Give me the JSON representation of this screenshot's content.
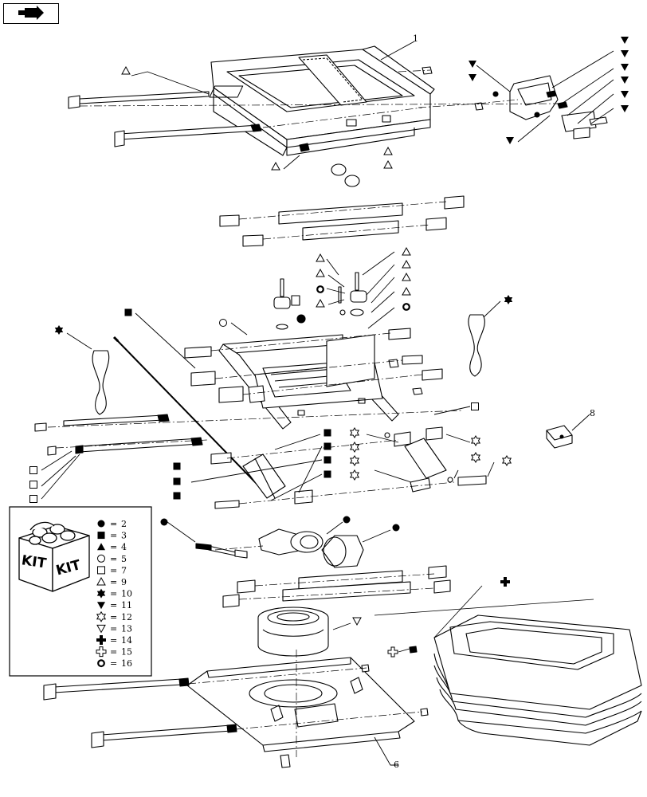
{
  "callouts": {
    "c1": "1",
    "c6": "6",
    "c8": "8"
  },
  "kit": {
    "word1": "KIT",
    "word2": "KIT"
  },
  "legend": [
    {
      "symbol": "circle-filled",
      "eq": "=",
      "num": "2"
    },
    {
      "symbol": "square-filled",
      "eq": "=",
      "num": "3"
    },
    {
      "symbol": "triangle-filled",
      "eq": "=",
      "num": "4"
    },
    {
      "symbol": "circle-open",
      "eq": "=",
      "num": "5"
    },
    {
      "symbol": "square-open",
      "eq": "=",
      "num": "7"
    },
    {
      "symbol": "triangle-open",
      "eq": "=",
      "num": "9"
    },
    {
      "symbol": "star-filled",
      "eq": "=",
      "num": "10"
    },
    {
      "symbol": "triangle-down-filled",
      "eq": "=",
      "num": "11"
    },
    {
      "symbol": "star-open",
      "eq": "=",
      "num": "12"
    },
    {
      "symbol": "triangle-down-open",
      "eq": "=",
      "num": "13"
    },
    {
      "symbol": "cross-filled",
      "eq": "=",
      "num": "14"
    },
    {
      "symbol": "cross-open",
      "eq": "=",
      "num": "15"
    },
    {
      "symbol": "ring-bold",
      "eq": "=",
      "num": "16"
    }
  ]
}
